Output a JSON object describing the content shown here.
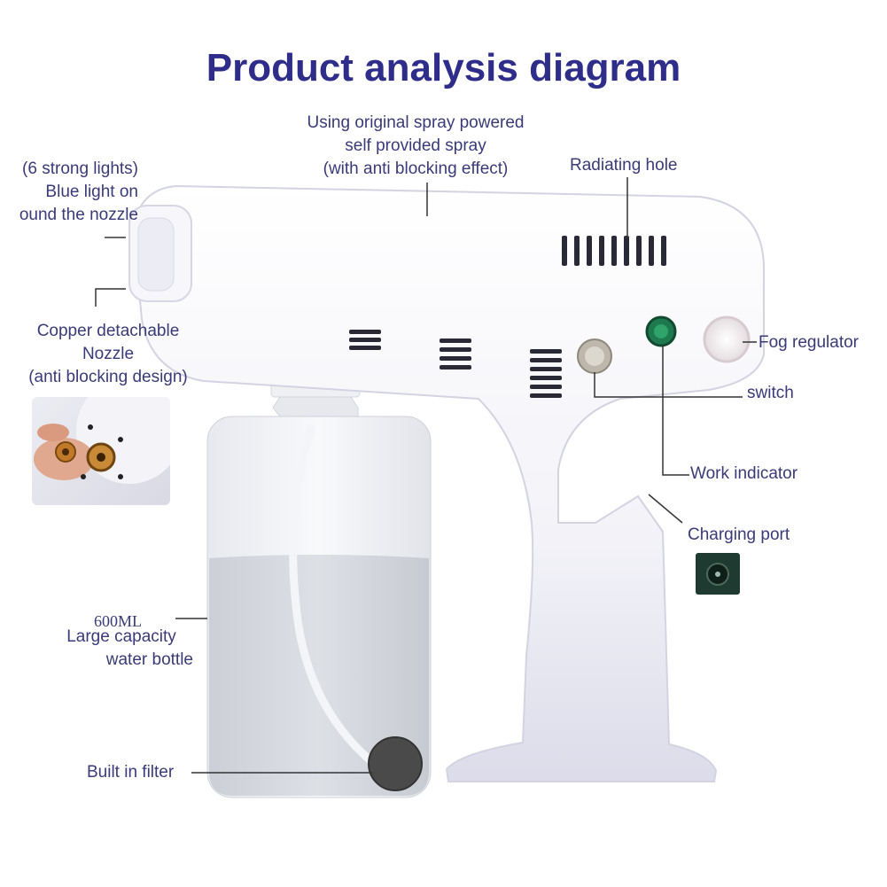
{
  "title": "Product analysis diagram",
  "labels": {
    "spray": [
      "Using original spray powered",
      "self provided spray",
      "(with anti blocking effect)"
    ],
    "blue_light": [
      "(6 strong lights)",
      "Blue light on",
      "ound the nozzle"
    ],
    "radiating_hole": "Radiating hole",
    "nozzle": [
      "Copper detachable",
      "Nozzle",
      "(anti blocking design)"
    ],
    "fog_regulator": "Fog regulator",
    "switch": "switch",
    "work_indicator": "Work indicator",
    "charging_port": "Charging port",
    "capacity": "600ML",
    "water_bottle": [
      "Large capacity",
      "water bottle"
    ],
    "filter": "Built in filter"
  },
  "colors": {
    "title": "#2e2e8a",
    "label": "#3a3a78",
    "indicator": "#1e7a4e",
    "port": "#1f3a30"
  },
  "icons": [
    "spray-gun-illustration",
    "nozzle-closeup-photo",
    "charging-port-icon"
  ]
}
